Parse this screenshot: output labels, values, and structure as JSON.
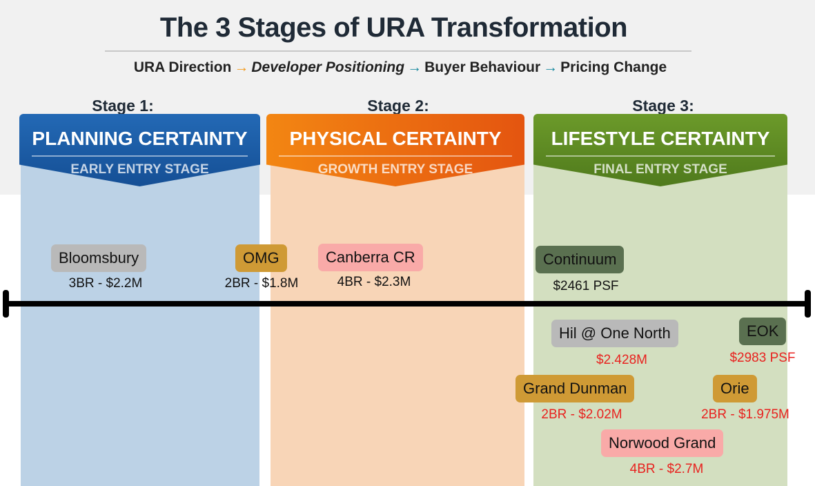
{
  "title": "The 3 Stages of URA Transformation",
  "flow": [
    "URA Direction",
    "Developer Positioning",
    "Buyer Behaviour",
    "Pricing Change"
  ],
  "stages": [
    {
      "label": "Stage 1:",
      "heading": "PLANNING CERTAINTY",
      "sub": "EARLY ENTRY STAGE",
      "color": "#1b5fa8"
    },
    {
      "label": "Stage 2:",
      "heading": "PHYSICAL CERTAINTY",
      "sub": "GROWTH ENTRY STAGE",
      "color": "#ea6a12"
    },
    {
      "label": "Stage 3:",
      "heading": "LIFESTYLE CERTAINTY",
      "sub": "FINAL ENTRY STAGE",
      "color": "#5e8c22"
    }
  ],
  "projects": [
    {
      "name": "Bloomsbury",
      "price": "3BR - $2.2M"
    },
    {
      "name": "OMG",
      "price": "2BR - $1.8M"
    },
    {
      "name": "Canberra CR",
      "price": "4BR - $2.3M"
    },
    {
      "name": "Continuum",
      "price": "$2461 PSF"
    },
    {
      "name": "Hil @ One North",
      "price": "$2.428M"
    },
    {
      "name": "EOK",
      "price": "$2983 PSF"
    },
    {
      "name": "Grand Dunman",
      "price": "2BR - $2.02M"
    },
    {
      "name": "Orie",
      "price": "2BR - $1.975M"
    },
    {
      "name": "Norwood Grand",
      "price": "4BR - $2.7M"
    }
  ]
}
